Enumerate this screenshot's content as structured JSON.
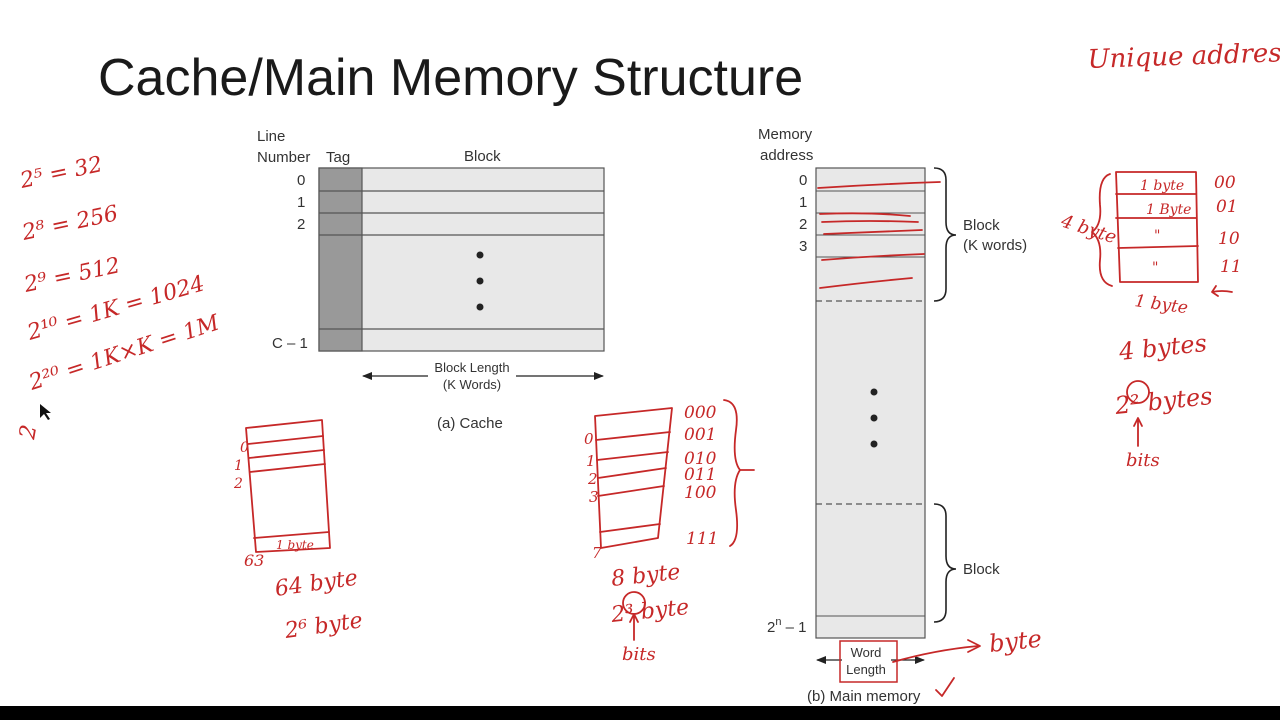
{
  "title": "Cache/Main Memory Structure",
  "cache": {
    "header_line": "Line",
    "header_number": "Number",
    "header_tag": "Tag",
    "header_block": "Block",
    "line_labels": [
      "0",
      "1",
      "2",
      "C – 1"
    ],
    "block_length_line1": "Block Length",
    "block_length_line2": "(K Words)",
    "caption": "(a) Cache"
  },
  "main_memory": {
    "header_line1": "Memory",
    "header_line2": "address",
    "address_labels": [
      "0",
      "1",
      "2",
      "3"
    ],
    "last_address_base": "2",
    "last_address_exp": "n",
    "last_address_suffix": " – 1",
    "block_label": "Block",
    "block_sub": "(K words)",
    "block2_label": "Block",
    "word_length_line1": "Word",
    "word_length_line2": "Length",
    "caption": "(b) Main memory"
  },
  "annotations": {
    "top_right": "Unique address.",
    "powers": [
      "2⁵ = 32",
      "2⁸ = 256",
      "2⁹ = 512",
      "2¹⁰ = 1K = 1024",
      "2²⁰ = 1K×K = 1M"
    ],
    "two_label": "2",
    "cache_sketch_lines": [
      "0",
      "1",
      "2",
      "63"
    ],
    "cache_sketch_cell": "1 byte",
    "cache_sketch_size": "64 byte",
    "cache_sketch_power": "2⁶ byte",
    "mid_sketch_lines": [
      "0",
      "1",
      "2",
      "3",
      "7"
    ],
    "mid_sketch_binary": [
      "000",
      "001",
      "010",
      "011",
      "100",
      "111"
    ],
    "mid_sketch_size": "8 byte",
    "mid_sketch_power": "2³ byte",
    "mid_sketch_bits": "bits",
    "word_note": "byte",
    "right_sketch_side": "4 byte",
    "right_sketch_cells": [
      "1 byte",
      "1 Byte",
      "\"",
      "\""
    ],
    "right_sketch_binary": [
      "00",
      "01",
      "10",
      "11"
    ],
    "right_sketch_bottom": "1 byte",
    "right_note_1": "4 bytes",
    "right_note_2": "2² bytes",
    "right_note_3": "bits"
  }
}
